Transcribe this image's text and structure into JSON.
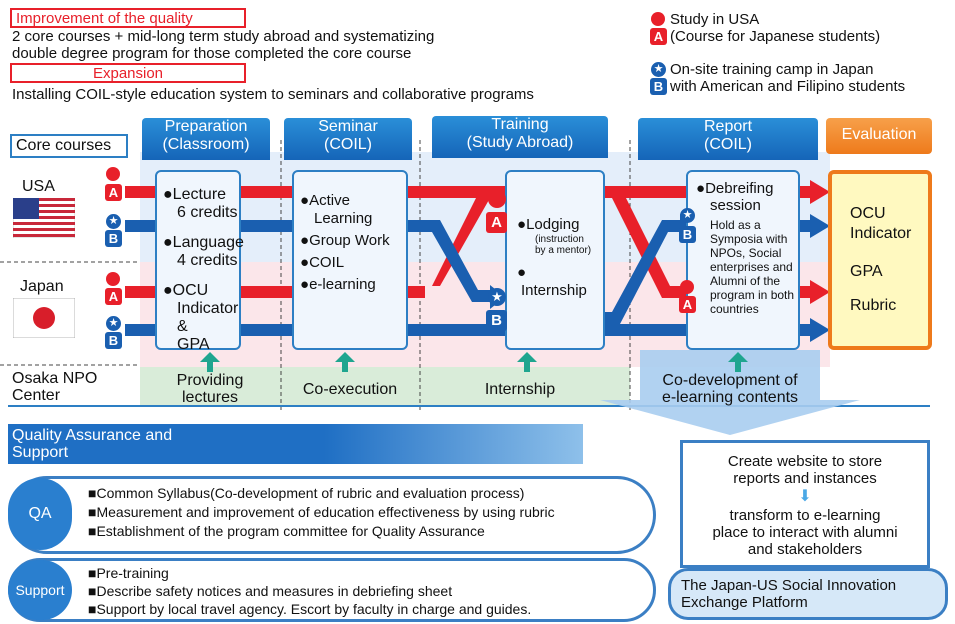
{
  "top": {
    "quality_title": "Improvement of the quality",
    "quality_line1": "2 core courses + mid-long term study abroad and systematizing",
    "quality_line2": "double degree program for those completed the core course",
    "expansion_title": "Expansion",
    "expansion_line": "Installing COIL-style education system to seminars and collaborative programs"
  },
  "legend": {
    "a_line1": "Study in USA",
    "a_line2": "(Course for Japanese students)",
    "a_letter": "A",
    "b_line1": "On-site training camp in Japan",
    "b_line2": "with American and Filipino students",
    "b_letter": "B"
  },
  "rows": {
    "core_courses": "Core courses",
    "usa": "USA",
    "japan": "Japan",
    "osaka1": "Osaka NPO",
    "osaka2": "Center"
  },
  "headers": {
    "prep1": "Preparation",
    "prep2": "(Classroom)",
    "sem1": "Seminar",
    "sem2": "(COIL)",
    "train1": "Training",
    "train2": "(Study Abroad)",
    "rep1": "Report",
    "rep2": "(COIL)",
    "eval": "Evaluation"
  },
  "prep": {
    "lecture": "Lecture",
    "lecture_credits": "6 credits",
    "language": "Language",
    "language_credits": "4 credits",
    "ocu": "OCU",
    "ocu2": "Indicator &",
    "ocu3": "GPA"
  },
  "seminar": {
    "active1": "Active",
    "active2": "Learning",
    "group": "Group Work",
    "coil": "COIL",
    "elearn": "e-learning"
  },
  "training": {
    "lodging": "Lodging",
    "instr1": "(instruction",
    "instr2": "by a mentor)",
    "internship": "Internship"
  },
  "report": {
    "deb1": "Debreifing",
    "deb2": "session",
    "hold1": "Hold as a",
    "hold2": "Symposia with",
    "hold3": "NPOs, Social",
    "hold4": "enterprises and",
    "hold5": "Alumni of the",
    "hold6": "program in both",
    "hold7": "countries"
  },
  "evaluation": {
    "i1": "OCU",
    "i2": "Indicator",
    "i3": "GPA",
    "i4": "Rubric"
  },
  "osaka_roles": {
    "r1a": "Providing",
    "r1b": "lectures",
    "r2": "Co-execution",
    "r3": "Internship",
    "r4a": "Co-development of",
    "r4b": "e-learning contents"
  },
  "qa_section": {
    "title1": "Quality Assurance and",
    "title2": "Support",
    "qa_label": "QA",
    "qa1": "Common Syllabus(Co-development of rubric and evaluation process)",
    "qa2": "Measurement and improvement of education effectiveness by using rubric",
    "qa3": "Establishment of the program committee for Quality Assurance",
    "support_label": "Support",
    "s1": "Pre-training",
    "s2": "Describe safety notices and measures in debriefing sheet",
    "s3": "Support by local travel agency. Escort by faculty in charge and guides."
  },
  "platform": {
    "w1": "Create website to store",
    "w2": "reports and instances",
    "t1": "transform to e-learning",
    "t2": "place to interact with alumni",
    "t3": "and stakeholders",
    "p1": "The Japan-US Social Innovation",
    "p2": "Exchange Platform"
  },
  "colors": {
    "red": "#e8202a",
    "blue": "#1a5fb0",
    "header": "#1f78c8",
    "orange": "#ee7a1b",
    "teal": "#1fa58f"
  }
}
